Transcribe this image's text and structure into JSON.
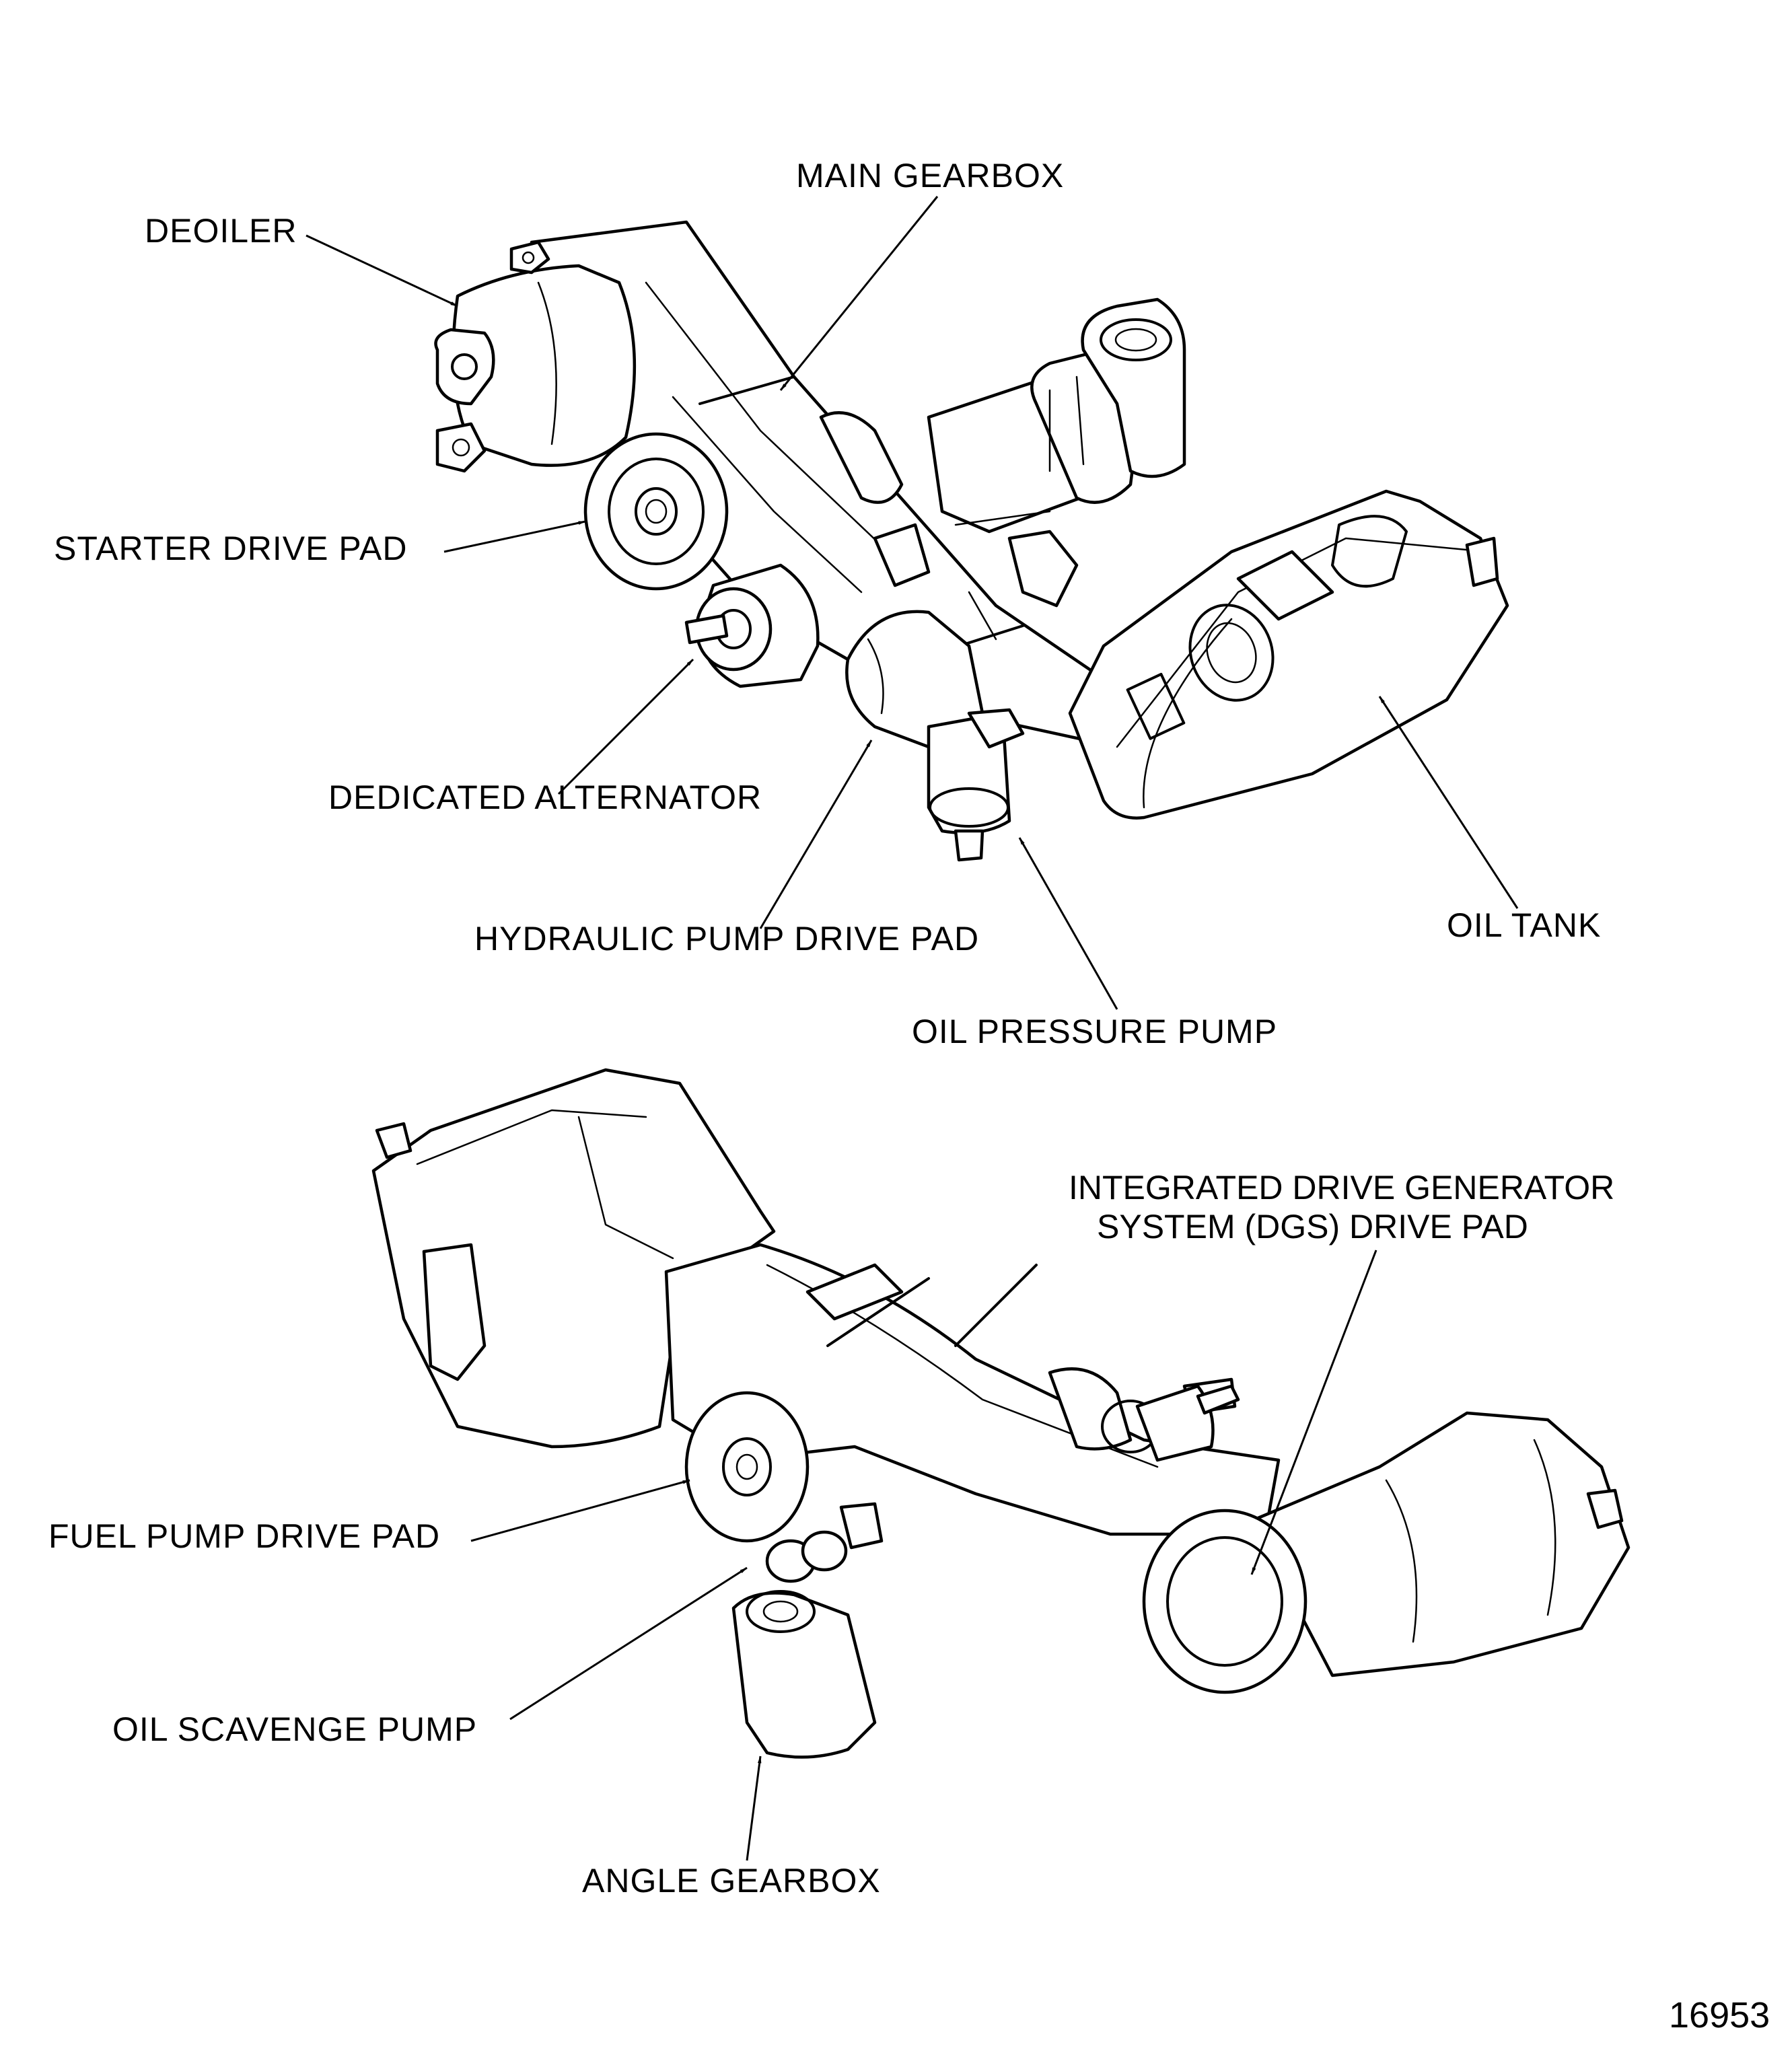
{
  "figure": {
    "number": "16953",
    "views": [
      {
        "id": "top-view",
        "callouts": [
          {
            "id": "deoiler",
            "text": "DEOILER"
          },
          {
            "id": "main-gearbox",
            "text": "MAIN GEARBOX"
          },
          {
            "id": "starter-drive-pad",
            "text": "STARTER DRIVE PAD"
          },
          {
            "id": "dedicated-alternator",
            "text": "DEDICATED ALTERNATOR"
          },
          {
            "id": "hydraulic-pump-drive-pad",
            "text": "HYDRAULIC PUMP DRIVE PAD"
          },
          {
            "id": "oil-pressure-pump",
            "text": "OIL PRESSURE PUMP"
          },
          {
            "id": "oil-tank",
            "text": "OIL TANK"
          }
        ]
      },
      {
        "id": "bottom-view",
        "callouts": [
          {
            "id": "idg-drive-pad",
            "text_lines": [
              "INTEGRATED DRIVE GENERATOR",
              "SYSTEM (DGS) DRIVE PAD"
            ]
          },
          {
            "id": "fuel-pump-drive-pad",
            "text": "FUEL PUMP DRIVE PAD"
          },
          {
            "id": "oil-scavenge-pump",
            "text": "OIL SCAVENGE PUMP"
          },
          {
            "id": "angle-gearbox",
            "text": "ANGLE GEARBOX"
          }
        ]
      }
    ]
  }
}
